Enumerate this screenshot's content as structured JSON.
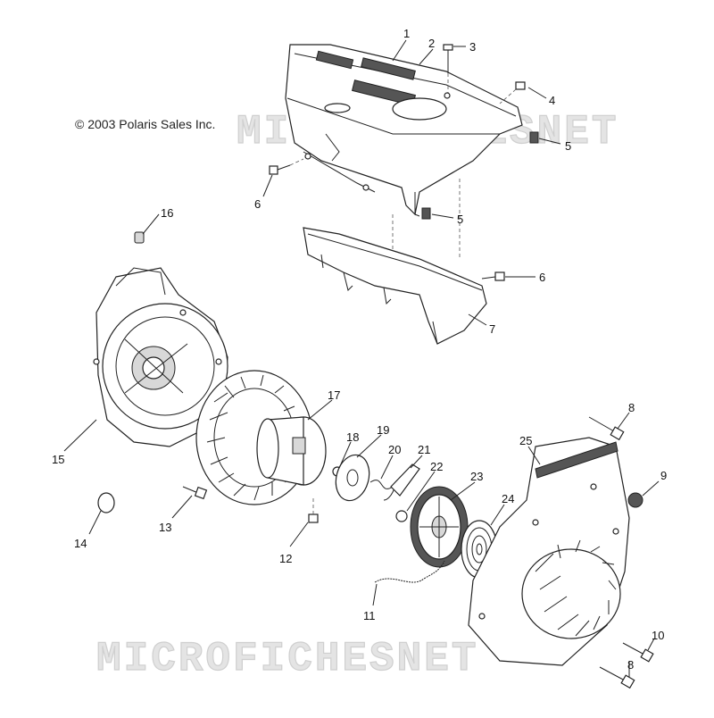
{
  "copyright": "© 2003 Polaris Sales Inc.",
  "watermark": "MICROFICHESNET",
  "callouts": [
    {
      "id": "1",
      "label": "1"
    },
    {
      "id": "2",
      "label": "2"
    },
    {
      "id": "3",
      "label": "3"
    },
    {
      "id": "4",
      "label": "4"
    },
    {
      "id": "5a",
      "label": "5"
    },
    {
      "id": "5b",
      "label": "5"
    },
    {
      "id": "6a",
      "label": "6"
    },
    {
      "id": "6b",
      "label": "6"
    },
    {
      "id": "7",
      "label": "7"
    },
    {
      "id": "8a",
      "label": "8"
    },
    {
      "id": "8b",
      "label": "8"
    },
    {
      "id": "9",
      "label": "9"
    },
    {
      "id": "10",
      "label": "10"
    },
    {
      "id": "11",
      "label": "11"
    },
    {
      "id": "12",
      "label": "12"
    },
    {
      "id": "13",
      "label": "13"
    },
    {
      "id": "14",
      "label": "14"
    },
    {
      "id": "15",
      "label": "15"
    },
    {
      "id": "16",
      "label": "16"
    },
    {
      "id": "17",
      "label": "17"
    },
    {
      "id": "18",
      "label": "18"
    },
    {
      "id": "19",
      "label": "19"
    },
    {
      "id": "20",
      "label": "20"
    },
    {
      "id": "21",
      "label": "21"
    },
    {
      "id": "22",
      "label": "22"
    },
    {
      "id": "23",
      "label": "23"
    },
    {
      "id": "24",
      "label": "24"
    },
    {
      "id": "25",
      "label": "25"
    }
  ]
}
